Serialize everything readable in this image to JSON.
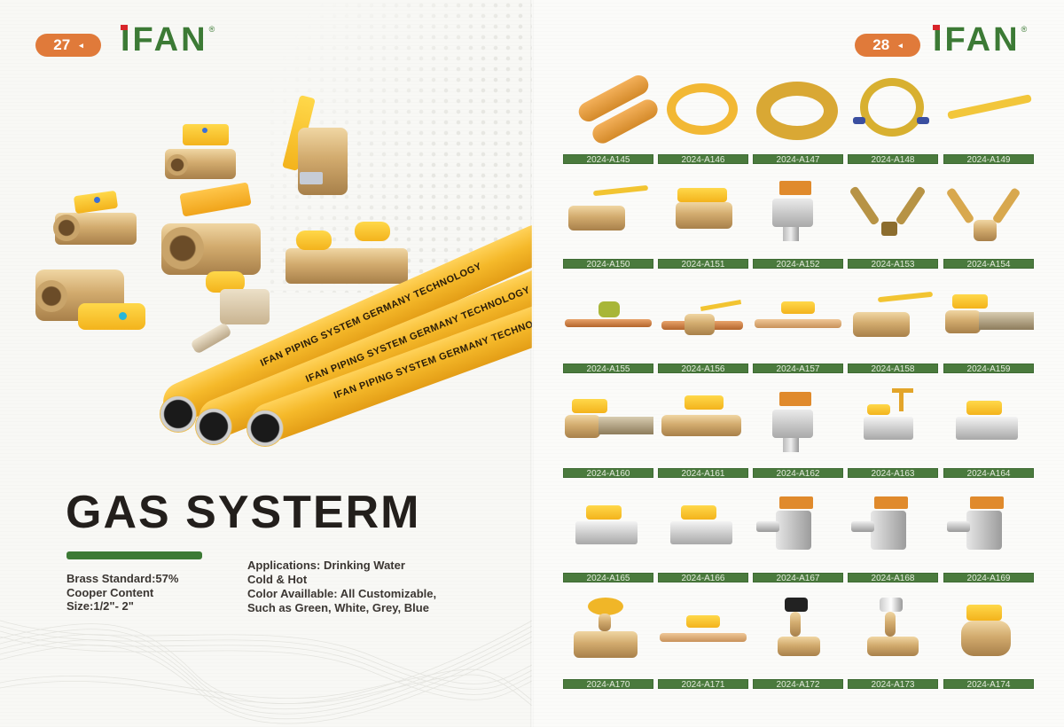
{
  "left_page": {
    "page_number": "27",
    "page_arrow_icon": "◂",
    "logo": {
      "text": "IFAN",
      "registered": "®"
    },
    "pipe_print": "IFAN PIPING SYSTEM GERMANY TECHNOLOGY",
    "title": "GAS SYSTERM",
    "specs": [
      "Brass Standard:57%",
      "Cooper Content",
      "Size:1/2\"- 2\""
    ],
    "applications": [
      "Applications: Drinking Water",
      "Cold & Hot",
      "Color Availlable: All Customizable,",
      "Such as Green, White, Grey, Blue"
    ]
  },
  "right_page": {
    "page_number": "28",
    "page_arrow_icon": "◂",
    "logo": {
      "text": "IFAN",
      "registered": "®"
    },
    "products": [
      {
        "code": "2024-A145",
        "type": "pipe"
      },
      {
        "code": "2024-A146",
        "type": "hose-coil"
      },
      {
        "code": "2024-A147",
        "type": "hose-coil-large"
      },
      {
        "code": "2024-A148",
        "type": "hose-coil-blue-ends"
      },
      {
        "code": "2024-A149",
        "type": "flex-hose"
      },
      {
        "code": "2024-A150",
        "type": "lever-ball-valve"
      },
      {
        "code": "2024-A151",
        "type": "butterfly-ball-valve"
      },
      {
        "code": "2024-A152",
        "type": "angle-valve-chrome"
      },
      {
        "code": "2024-A153",
        "type": "y-valve"
      },
      {
        "code": "2024-A154",
        "type": "y-valve-butterfly"
      },
      {
        "code": "2024-A155",
        "type": "inline-valve-green"
      },
      {
        "code": "2024-A156",
        "type": "inline-lever-valve"
      },
      {
        "code": "2024-A157",
        "type": "inline-butterfly-valve"
      },
      {
        "code": "2024-A158",
        "type": "lever-ball-valve"
      },
      {
        "code": "2024-A159",
        "type": "hose-valve"
      },
      {
        "code": "2024-A160",
        "type": "hose-valve"
      },
      {
        "code": "2024-A161",
        "type": "butterfly-flare-valve"
      },
      {
        "code": "2024-A162",
        "type": "angle-valve-chrome"
      },
      {
        "code": "2024-A163",
        "type": "t-handle-valve-chrome"
      },
      {
        "code": "2024-A164",
        "type": "butterfly-valve-chrome"
      },
      {
        "code": "2024-A165",
        "type": "butterfly-valve-chrome"
      },
      {
        "code": "2024-A166",
        "type": "butterfly-valve-chrome"
      },
      {
        "code": "2024-A167",
        "type": "angle-hose-valve-chrome"
      },
      {
        "code": "2024-A168",
        "type": "angle-hose-valve-chrome"
      },
      {
        "code": "2024-A169",
        "type": "angle-hose-valve-chrome"
      },
      {
        "code": "2024-A170",
        "type": "knob-valve-yellow"
      },
      {
        "code": "2024-A171",
        "type": "inline-butterfly-valve"
      },
      {
        "code": "2024-A172",
        "type": "needle-valve-black-knob"
      },
      {
        "code": "2024-A173",
        "type": "needle-valve-chrome-knob"
      },
      {
        "code": "2024-A174",
        "type": "butterfly-angle-valve"
      }
    ]
  },
  "colors": {
    "brand_green": "#3c7a35",
    "label_green": "#4a7a3d",
    "pill_orange": "#e07a3a",
    "logo_red": "#d8252a",
    "pipe_yellow": "#f5b92a",
    "title_dark": "#231f1c"
  }
}
